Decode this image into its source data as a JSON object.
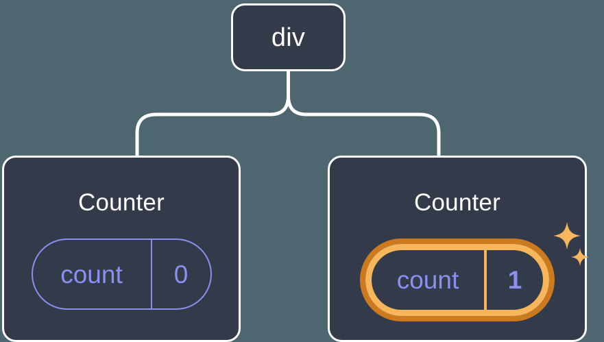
{
  "diagram": {
    "type": "component-tree",
    "background_color": "#4d6670",
    "node_fill_color": "#333b4a",
    "node_border_color": "#ffffff",
    "connector_color": "#ffffff",
    "state_accent_color": "#8b8ff0",
    "highlight_outer_color": "#cc7a1f",
    "highlight_inner_color": "#f7b55c",
    "sparkle_color": "#f7b55c"
  },
  "root": {
    "label": "div"
  },
  "children": [
    {
      "label": "Counter",
      "state": {
        "key": "count",
        "value": "0"
      },
      "highlighted": false
    },
    {
      "label": "Counter",
      "state": {
        "key": "count",
        "value": "1"
      },
      "highlighted": true,
      "sparkles": [
        "sparkle-large",
        "sparkle-small"
      ]
    }
  ]
}
